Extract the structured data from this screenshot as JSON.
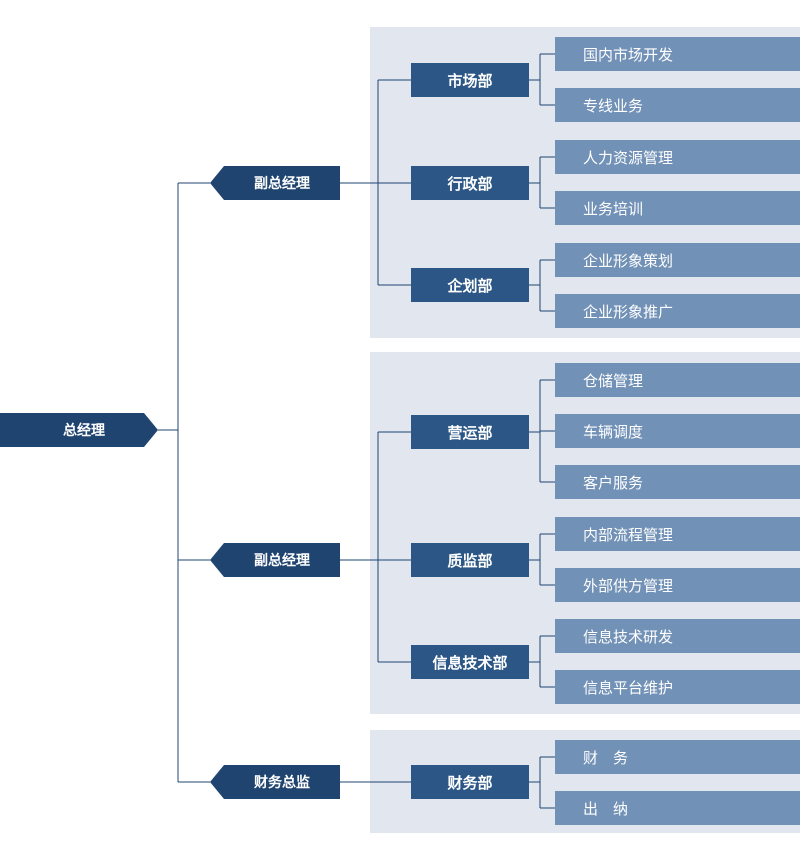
{
  "org_chart": {
    "ceo": "总经理",
    "branches": [
      {
        "head": "副总经理",
        "departments": [
          {
            "name": "市场部",
            "units": [
              "国内市场开发",
              "专线业务"
            ]
          },
          {
            "name": "行政部",
            "units": [
              "人力资源管理",
              "业务培训"
            ]
          },
          {
            "name": "企划部",
            "units": [
              "企业形象策划",
              "企业形象推广"
            ]
          }
        ]
      },
      {
        "head": "副总经理",
        "departments": [
          {
            "name": "营运部",
            "units": [
              "仓储管理",
              "车辆调度",
              "客户服务"
            ]
          },
          {
            "name": "质监部",
            "units": [
              "内部流程管理",
              "外部供方管理"
            ]
          },
          {
            "name": "信息技术部",
            "units": [
              "信息技术研发",
              "信息平台维护"
            ]
          }
        ]
      },
      {
        "head": "财务总监",
        "departments": [
          {
            "name": "财务部",
            "units": [
              "财　务",
              "出　纳"
            ]
          }
        ]
      }
    ]
  },
  "colors": {
    "ceo": "#1f4470",
    "branch_head": "#1f4470",
    "department": "#2b5685",
    "unit": "#7291b7",
    "panel": "#e2e7ef",
    "connector": "#1f4470"
  }
}
